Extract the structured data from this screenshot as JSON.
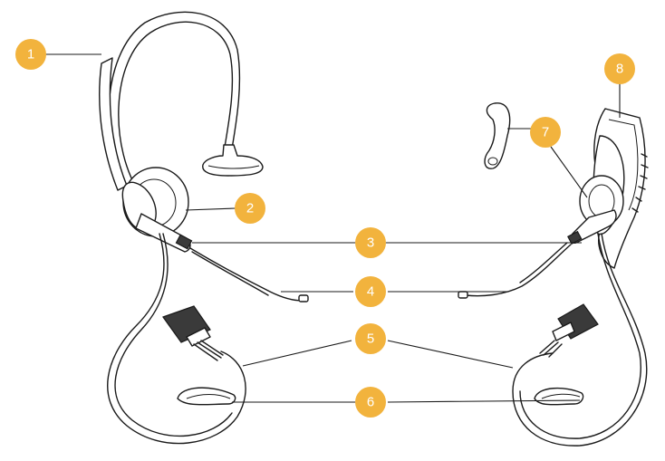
{
  "colors": {
    "badge": "#f2b33d",
    "badge_text": "#ffffff",
    "line_art": "#1a1a1a"
  },
  "callouts": [
    {
      "id": "1",
      "label": "1"
    },
    {
      "id": "2",
      "label": "2"
    },
    {
      "id": "3",
      "label": "3"
    },
    {
      "id": "4",
      "label": "4"
    },
    {
      "id": "5",
      "label": "5"
    },
    {
      "id": "6",
      "label": "6"
    },
    {
      "id": "7",
      "label": "7"
    },
    {
      "id": "8",
      "label": "8"
    }
  ]
}
